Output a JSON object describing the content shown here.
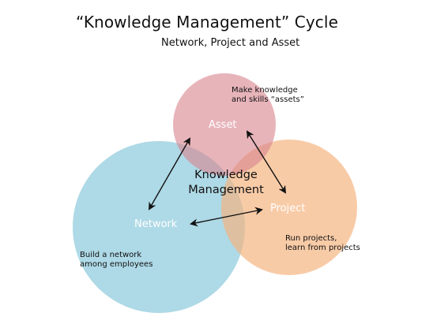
{
  "title": "“Knowledge Management” Cycle",
  "subtitle": "Network, Project and Asset",
  "center": {
    "line1": "Knowledge",
    "line2": "Management"
  },
  "nodes": {
    "asset": {
      "label": "Asset",
      "note_line1": "Make knowledge",
      "note_line2": "and skills “assets”",
      "color": "#d9868f"
    },
    "network": {
      "label": "Network",
      "note_line1": "Build a network",
      "note_line2": "among employees",
      "color": "#7cc1d6"
    },
    "project": {
      "label": "Project",
      "note_line1": "Run projects,",
      "note_line2": "learn from projects",
      "color": "#f5b27e"
    }
  }
}
